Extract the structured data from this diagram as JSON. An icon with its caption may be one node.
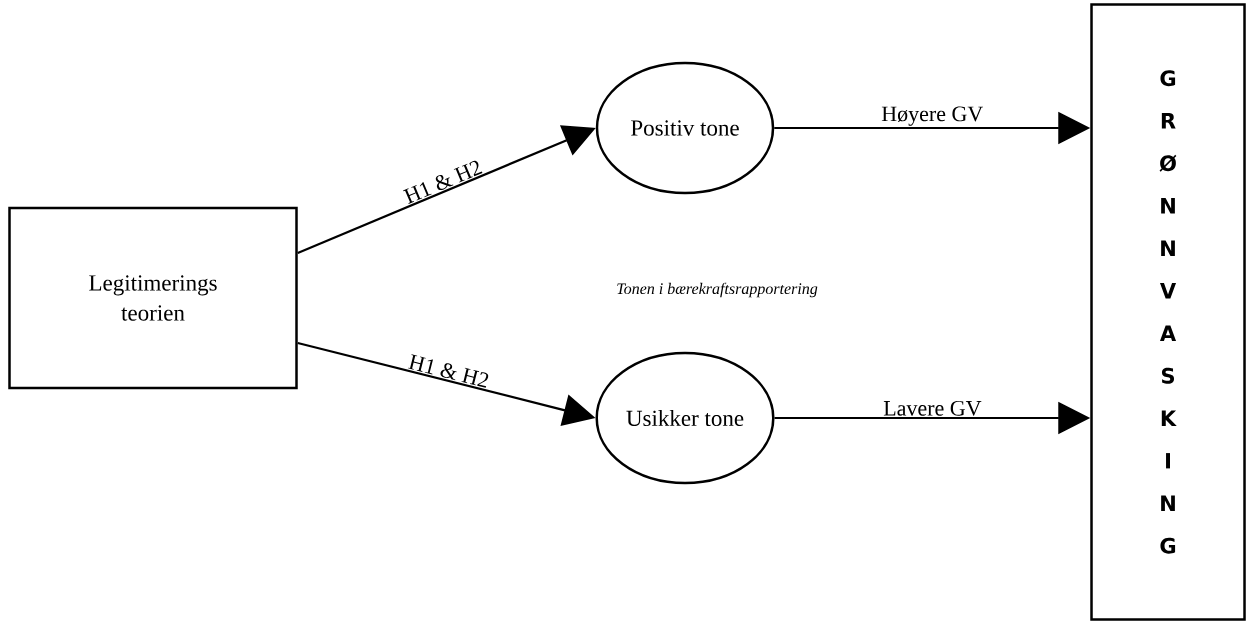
{
  "diagram": {
    "nodes": [
      {
        "text": [
          "Legitimerings teorien"
        ]
      },
      {
        "text": [
          "Positiv tone"
        ]
      },
      {
        "text": [
          "Usikker tone"
        ]
      },
      {
        "text": [
          "GRØNNVASKING"
        ]
      }
    ],
    "edges": [
      {
        "from": 0,
        "to": 1,
        "arrow": "to",
        "label": "H1 & H2"
      },
      {
        "from": 0,
        "to": 2,
        "arrow": "to",
        "label": "H1 & H2"
      },
      {
        "from": 1,
        "to": 3,
        "arrow": "to",
        "label": "Høyere GV"
      },
      {
        "from": 2,
        "to": 3,
        "arrow": "to",
        "label": "Lavere GV"
      }
    ],
    "labels": [
      "Tonen i bærekraftsrapportering"
    ]
  }
}
